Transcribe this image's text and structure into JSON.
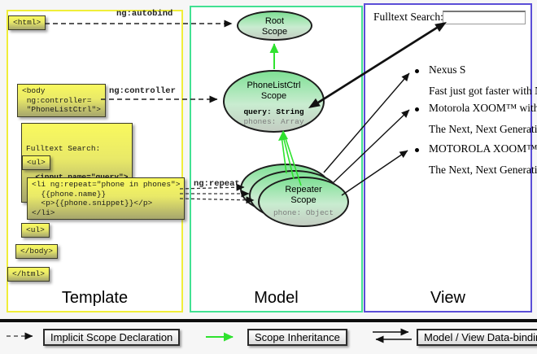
{
  "columns": {
    "template_label": "Template",
    "model_label": "Model",
    "view_label": "View"
  },
  "template": {
    "html_open": "<html>",
    "body_open": "<body\n ng:controller=\n \"PhoneListCtrl\">",
    "fulltext_label": "Fulltext Search:",
    "fulltext_input_code": "  <input name=\"query\">",
    "ul_open": "<ul>",
    "li_repeat": "<li ng:repeat=\"phone in phones\">\n  {{phone.name}}\n  <p>{{phone.snippet}}</p>\n</li>",
    "ul_close": "<ul>",
    "body_close": "</body>",
    "html_close": "</html>"
  },
  "annotations": {
    "autobind": "ng:autobind",
    "controller": "ng:controller",
    "repeat": "ng:repeat"
  },
  "model": {
    "root_scope_title": "Root\nScope",
    "ctrl_scope_title": "PhoneListCtrl\nScope",
    "ctrl_query": "query: String",
    "ctrl_phones": "phones: Array",
    "repeater_title": "Repeater\nScope",
    "repeater_phone": "phone: Object"
  },
  "view": {
    "search_label": "Fulltext Search:",
    "search_value": "",
    "items": [
      {
        "title": "Nexus S",
        "desc": "Fast just got faster with Nexus S."
      },
      {
        "title": "Motorola XOOM™  with Wi-Fi",
        "desc": "The Next, Next Generation tablet."
      },
      {
        "title": "MOTOROLA XOOM™",
        "desc": "The Next, Next Generation tablet."
      }
    ]
  },
  "legend": {
    "implicit": "Implicit Scope Declaration",
    "inheritance": "Scope Inheritance",
    "binding": "Model / View Data-binding"
  },
  "colors": {
    "template_border": "#f0ee39",
    "model_border": "#42e192",
    "view_border": "#5b4ed7",
    "inheritance_green": "#2fe22f",
    "code_box_yellow": "#f9f95e",
    "scope_fill_green": "#7fe095",
    "arrow_black": "#111111"
  }
}
